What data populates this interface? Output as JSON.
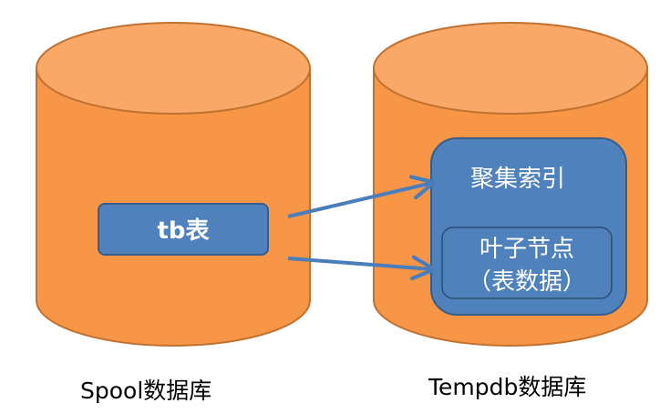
{
  "databases": {
    "left": {
      "label": "Spool数据库"
    },
    "right": {
      "label": "Tempdb数据库"
    }
  },
  "boxes": {
    "table": {
      "label": "tb表"
    },
    "clustered_index": {
      "label": "聚集索引"
    },
    "leaf_node": {
      "line1": "叶子节点",
      "line2": "（表数据）"
    }
  },
  "colors": {
    "cylinder_fill": "#F79646",
    "cylinder_stroke": "#C0712F",
    "box_fill": "#4F81BD",
    "box_stroke": "#385D8A",
    "arrow": "#4A7EBB"
  }
}
